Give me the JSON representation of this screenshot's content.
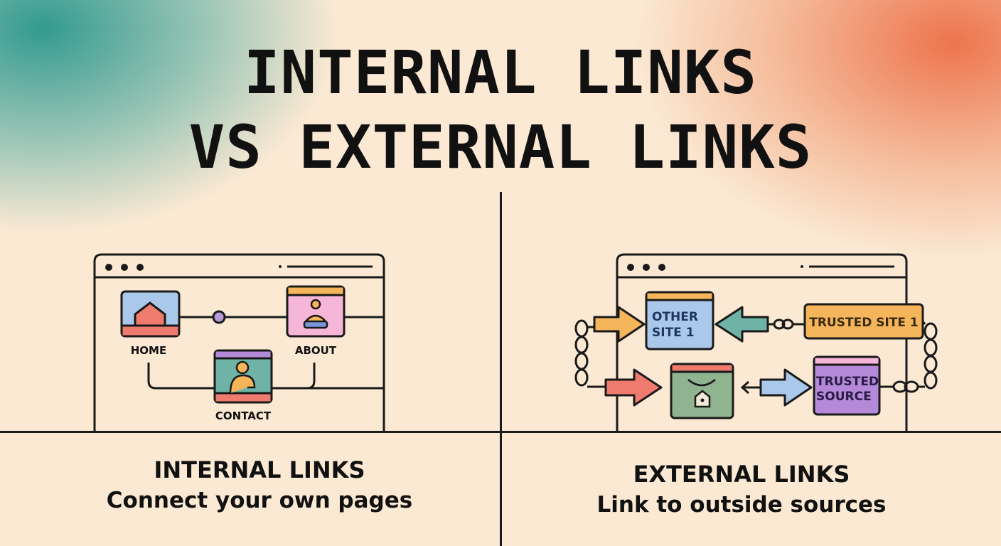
{
  "title": {
    "line1": "INTERNAL LINKS",
    "line2": "VS EXTERNAL LINKS"
  },
  "internal": {
    "pages": {
      "home": "HOME",
      "about": "ABOUT",
      "contact": "CONTACT"
    },
    "caption_title": "INTERNAL LINKS",
    "caption_sub": "Connect your own pages"
  },
  "external": {
    "nodes": {
      "other_site_line1": "OTHER",
      "other_site_line2": "SITE 1",
      "trusted_site": "TRUSTED SITE 1",
      "trusted_source_line1": "TRUSTED",
      "trusted_source_line2": "SOURCE"
    },
    "caption_title": "EXTERNAL LINKS",
    "caption_sub": "Link to outside sources"
  },
  "colors": {
    "ink": "#1a1a1a",
    "teal": "#2f9a8e",
    "coral": "#ec6e46",
    "blue": "#a9c8ea",
    "pink": "#f6b6d8",
    "red": "#ef7b6f",
    "green": "#8fb48f",
    "orange": "#f5b55a",
    "purple": "#b48ad8",
    "yellow": "#f3c763"
  }
}
